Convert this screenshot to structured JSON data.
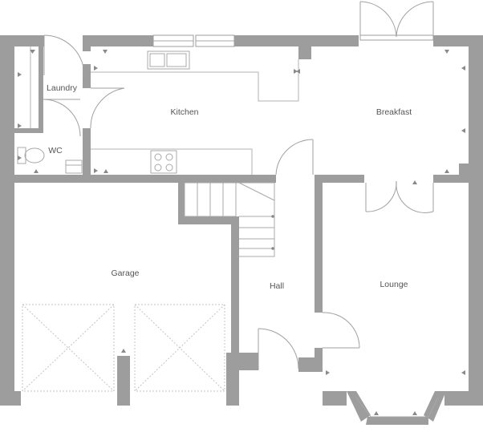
{
  "rooms": {
    "laundry": "Laundry",
    "kitchen": "Kitchen",
    "breakfast": "Breakfast",
    "wc": "WC",
    "garage": "Garage",
    "hall": "Hall",
    "lounge": "Lounge"
  },
  "colors": {
    "wall": "#9d9d9d",
    "line": "#a8a8a8",
    "label": "#555555"
  }
}
